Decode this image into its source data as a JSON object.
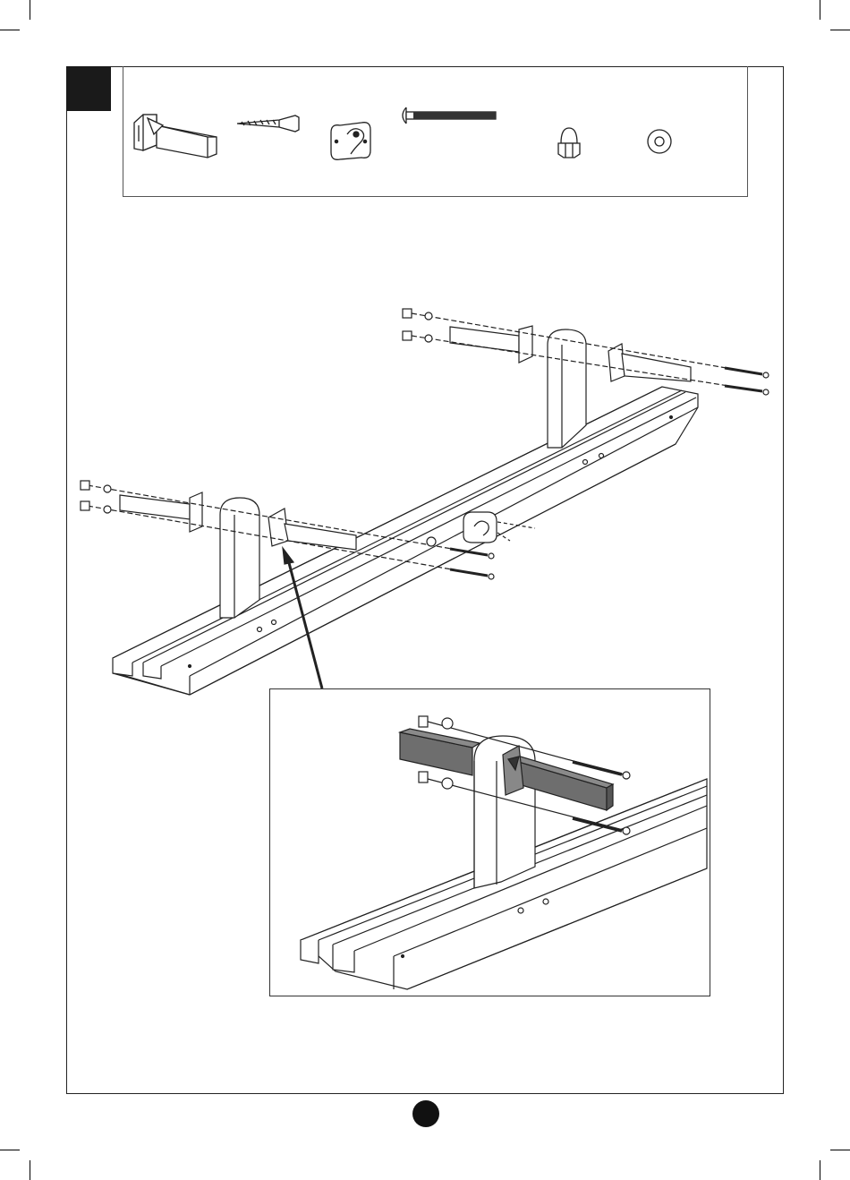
{
  "page": {
    "step_number": "",
    "page_number": ""
  },
  "parts": [
    {
      "id": "bracket-arm",
      "icon": "bracket-arm-icon"
    },
    {
      "id": "wood-screw",
      "icon": "wood-screw-icon"
    },
    {
      "id": "handle-plate",
      "icon": "handle-plate-icon"
    },
    {
      "id": "carriage-bolt",
      "icon": "carriage-bolt-icon"
    },
    {
      "id": "acorn-nut",
      "icon": "acorn-nut-icon"
    },
    {
      "id": "washer",
      "icon": "washer-icon"
    }
  ],
  "colors": {
    "ink": "#222222",
    "badge": "#1a1a1a",
    "highlight_part": "#6e6e6e",
    "paper": "#ffffff"
  }
}
